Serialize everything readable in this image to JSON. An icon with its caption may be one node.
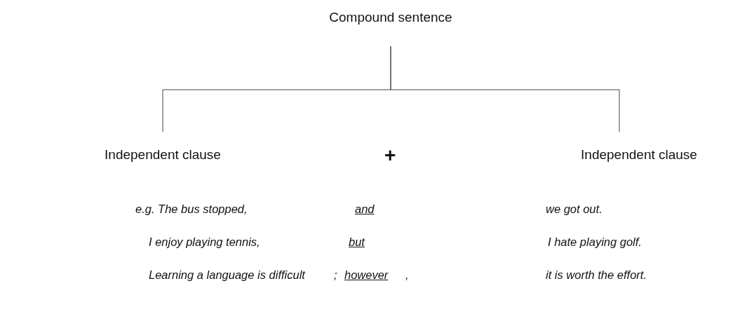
{
  "diagram": {
    "nodes": [
      {
        "text": [
          "Compound sentence"
        ]
      },
      {
        "text": [
          "Independent clause"
        ]
      },
      {
        "text": [
          "Independent clause"
        ]
      }
    ],
    "edges": [
      {
        "from": 0,
        "to": 1,
        "arrow": "none"
      },
      {
        "from": 0,
        "to": 2,
        "arrow": "none"
      }
    ],
    "labels": [
      "+",
      "e.g. The bus stopped,",
      "and",
      "we got out.",
      "I enjoy playing tennis,",
      "but",
      "I hate playing golf.",
      "Learning a language is difficult",
      ";",
      "however",
      ",",
      "it is worth the effort."
    ]
  }
}
